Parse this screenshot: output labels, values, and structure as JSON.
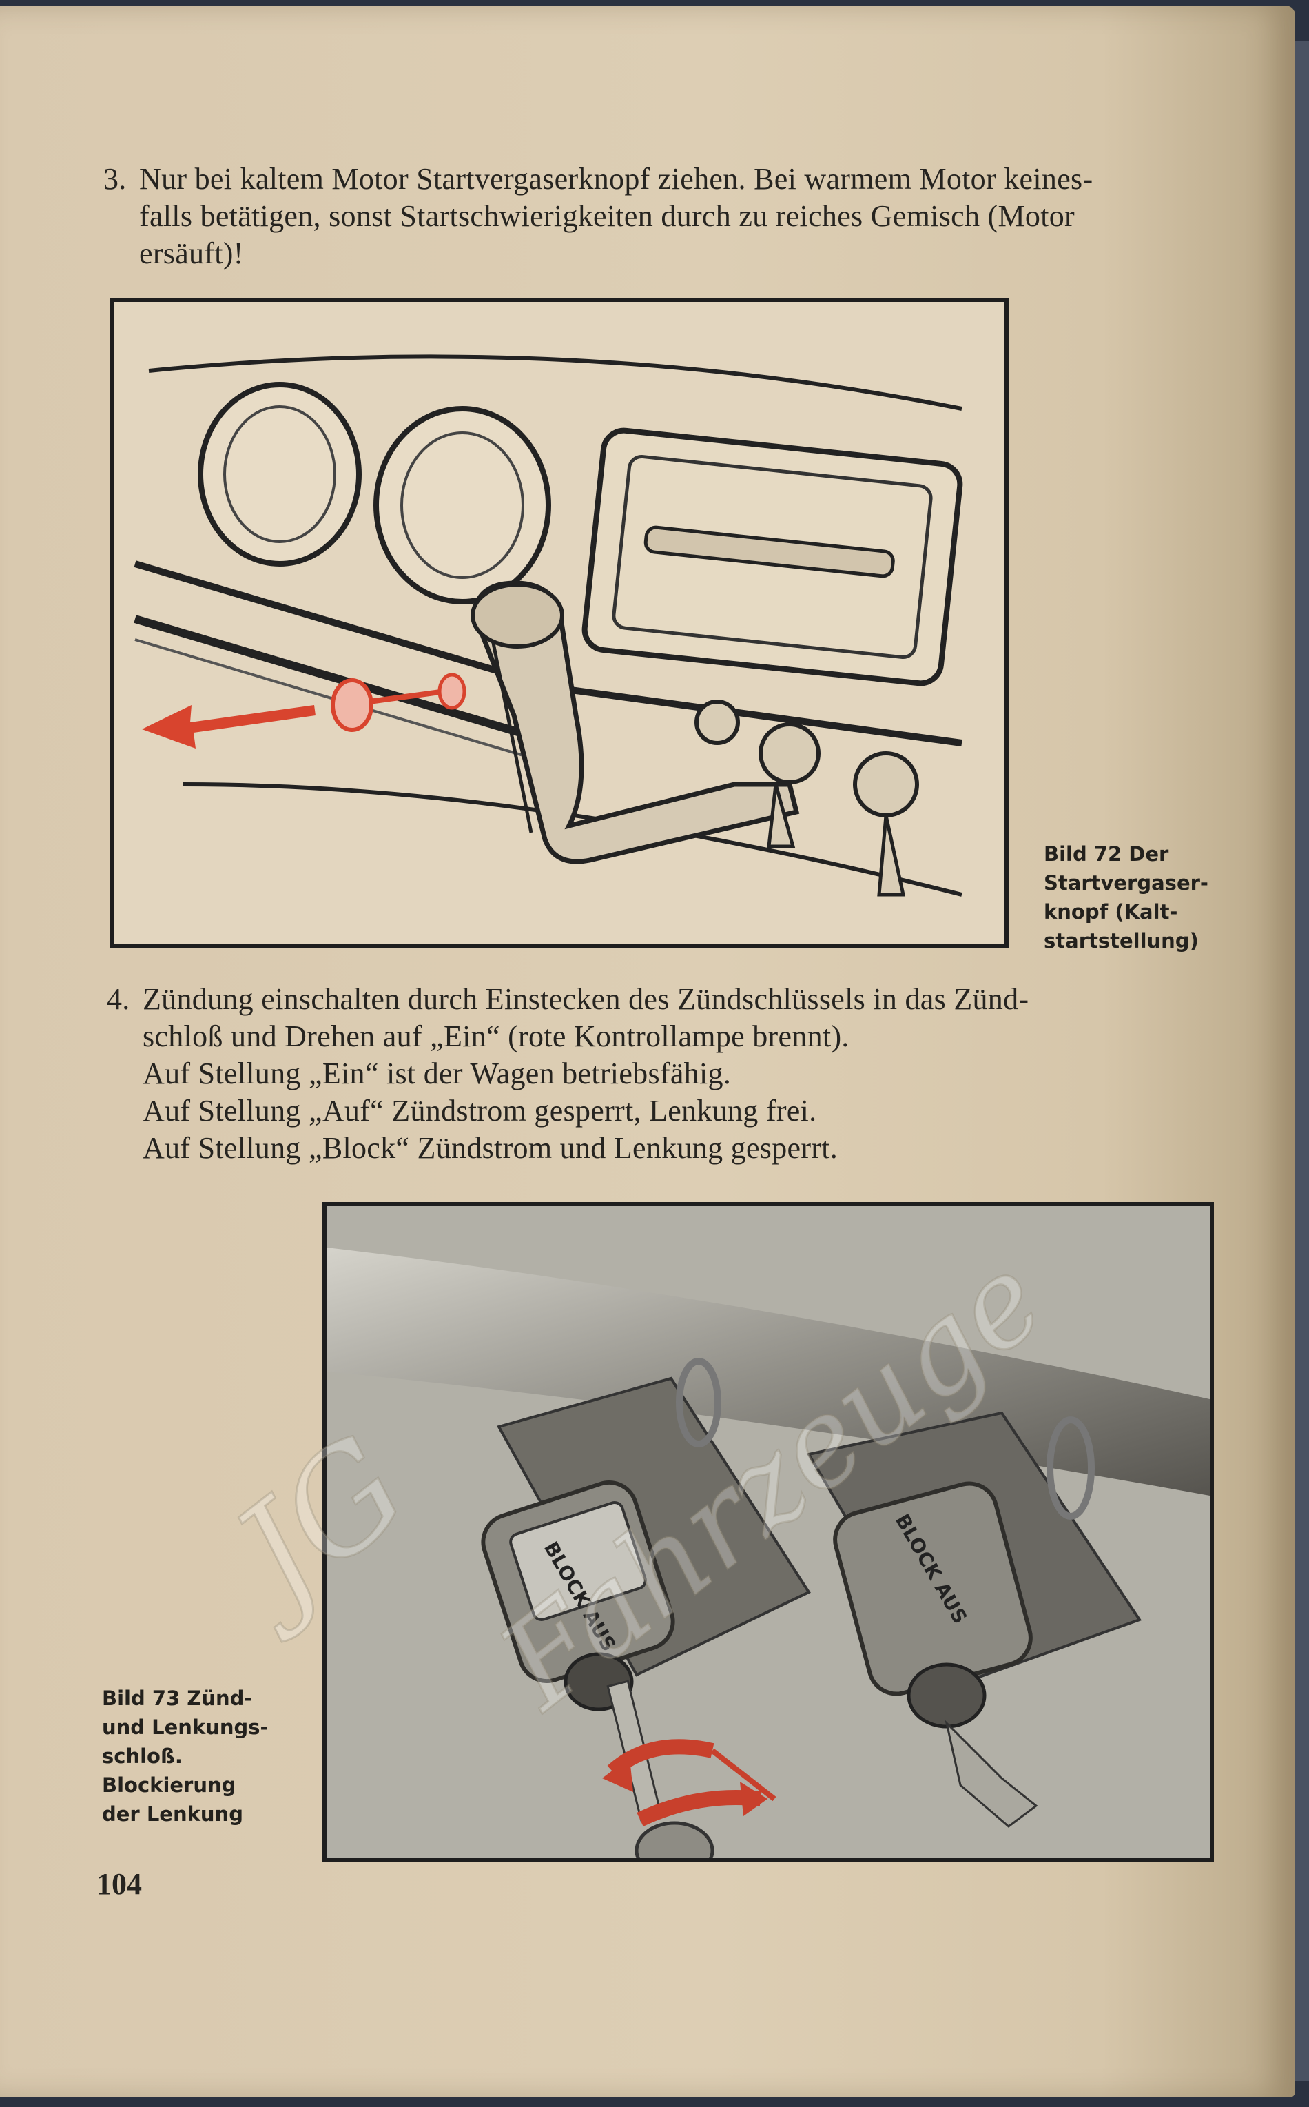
{
  "page": {
    "item3": {
      "number": "3.",
      "lines": [
        "Nur bei kaltem Motor Startvergaserknopf ziehen. Bei warmem Motor keines-",
        "falls betätigen, sonst Startschwierigkeiten durch zu reiches Gemisch (Motor",
        "ersäuft)!"
      ]
    },
    "figure72": {
      "caption": [
        "Bild 72 Der",
        "Startvergaser-",
        "knopf (Kalt-",
        "startstellung)"
      ]
    },
    "item4": {
      "number": "4.",
      "lines": [
        "Zündung einschalten durch Einstecken des Zündschlüssels in das Zünd-",
        "schloß und Drehen auf „Ein“ (rote Kontrollampe brennt).",
        "Auf Stellung „Ein“ ist der Wagen betriebsfähig.",
        "Auf Stellung „Auf“ Zündstrom gesperrt, Lenkung frei.",
        "Auf Stellung „Block“ Zündstrom und Lenkung gesperrt."
      ]
    },
    "figure73": {
      "caption": [
        "Bild 73 Zünd-",
        "und Lenkungs-",
        "schloß.",
        "Blockierung",
        "der Lenkung"
      ],
      "lock_label_left": "BLOCK AUS",
      "lock_label_right": "BLOCK AUS"
    },
    "page_number": "104",
    "watermark": [
      "JG",
      "Fahrzeuge"
    ]
  },
  "colors": {
    "paper": "#ddceb4",
    "ink": "#262420",
    "arrow_red": "#d8442e"
  }
}
